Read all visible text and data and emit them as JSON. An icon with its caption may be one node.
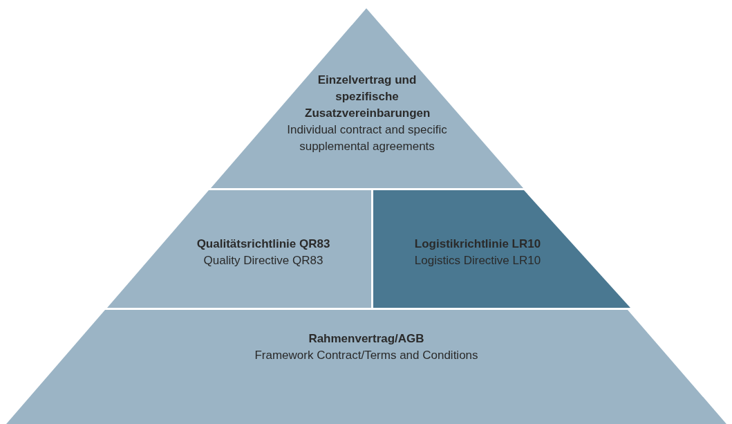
{
  "diagram": {
    "nodes": [
      {
        "text": [
          "Einzelvertrag und spezifische Zusatzvereinbarungen",
          "Individual contract and specific supplemental agreements"
        ]
      },
      {
        "text": [
          "Qualitätsrichtlinie QR83",
          "Quality Directive QR83"
        ]
      },
      {
        "text": [
          "Logistikrichtlinie LR10",
          "Logistics Directive LR10"
        ]
      },
      {
        "text": [
          "Rahmenvertrag/AGB",
          "Framework Contract/Terms and Conditions"
        ]
      }
    ]
  }
}
